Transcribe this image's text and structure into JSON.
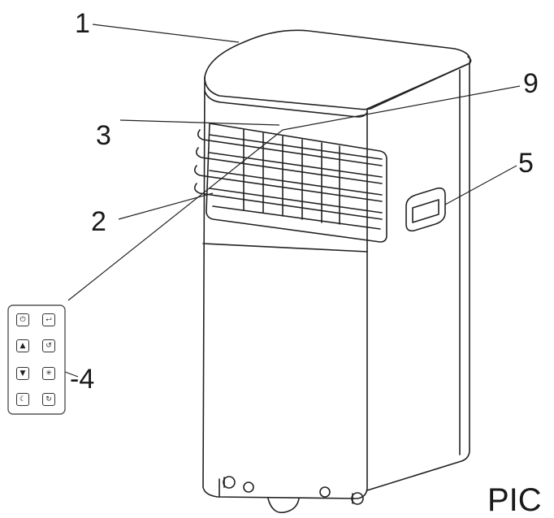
{
  "labels": {
    "n1": "1",
    "n9": "9",
    "n3": "3",
    "n5": "5",
    "n2": "2",
    "n4": "-4",
    "pic": "PIC"
  },
  "panel_buttons": [
    {
      "icon": "power-icon",
      "glyph": "⏻"
    },
    {
      "icon": "mode-icon",
      "glyph": "⮠"
    },
    {
      "icon": "up-arrow-icon",
      "glyph": "▲"
    },
    {
      "icon": "timer-icon",
      "glyph": "↺"
    },
    {
      "icon": "down-arrow-icon",
      "glyph": "▼"
    },
    {
      "icon": "fan-icon",
      "glyph": "✳"
    },
    {
      "icon": "sleep-icon",
      "glyph": "☾"
    },
    {
      "icon": "swing-icon",
      "glyph": "↻"
    }
  ],
  "colors": {
    "line": "#222222",
    "background": "#ffffff"
  }
}
